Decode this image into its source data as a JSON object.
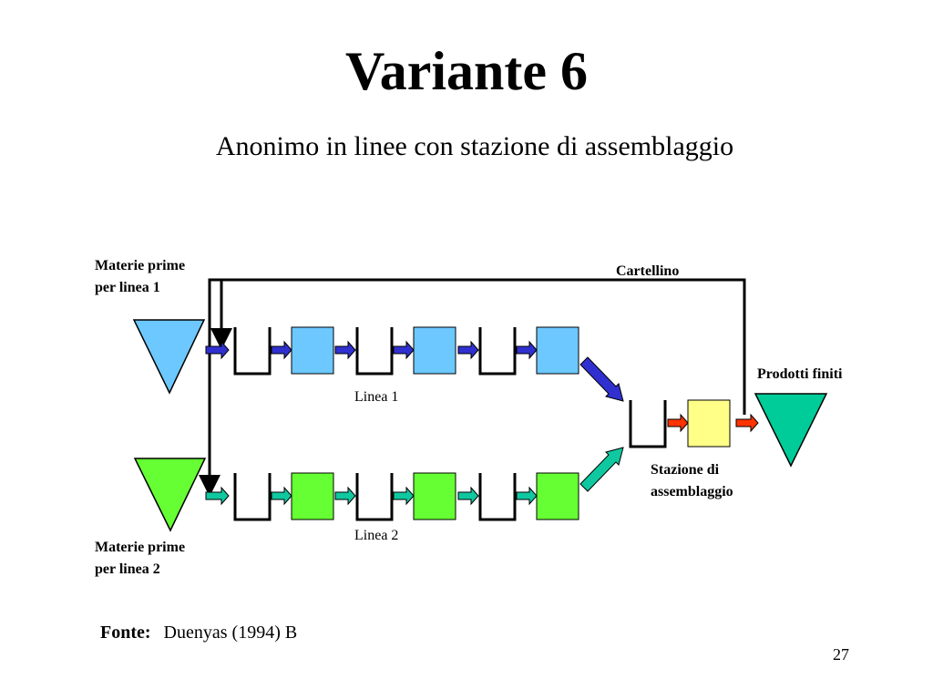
{
  "slide": {
    "title": "Variante 6",
    "subtitle": "Anonimo in linee con stazione di assemblaggio",
    "source_label": "Fonte:",
    "source_value": "Duenyas (1994) B",
    "page_number": "27"
  },
  "diagram": {
    "labels": {
      "raw1": [
        "Materie prime",
        "per linea 1"
      ],
      "raw2": [
        "Materie prime",
        "per linea 2"
      ],
      "card": "Cartellino",
      "finished": "Prodotti finiti",
      "line1": "Linea 1",
      "line2": "Linea 2",
      "station": [
        "Stazione di",
        "assemblaggio"
      ]
    },
    "colors": {
      "raw1": "#6cc8ff",
      "line1_station": "#6cc8ff",
      "line1_arrow": "#3030d0",
      "raw2": "#66ff33",
      "line2_station": "#66ff33",
      "line2_arrow": "#10c8a0",
      "assembly": "#ffff88",
      "output_arrow": "#ff3300",
      "finished": "#00cc99"
    }
  }
}
